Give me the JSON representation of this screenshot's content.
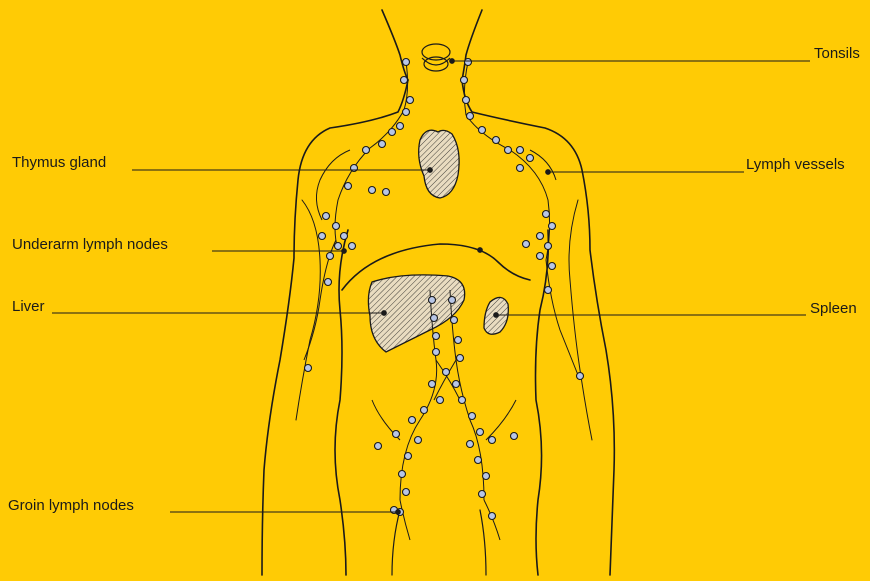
{
  "colors": {
    "background": "#FFCB05",
    "ink": "#1a1a1a",
    "node_fill": "#B8C6E6"
  },
  "labels": {
    "tonsils": "Tonsils",
    "thymus": "Thymus gland",
    "lymph_vessels": "Lymph vessels",
    "underarm": "Underarm lymph nodes",
    "liver": "Liver",
    "spleen": "Spleen",
    "groin": "Groin lymph nodes"
  }
}
